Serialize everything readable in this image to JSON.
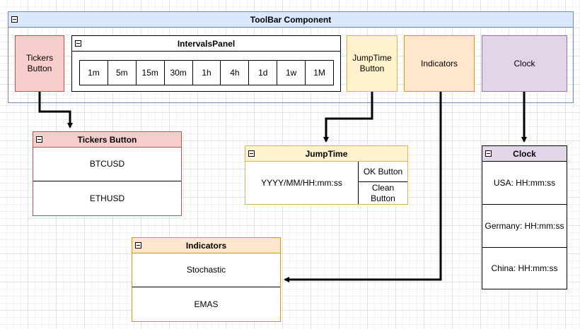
{
  "toolbar": {
    "title": "ToolBar Component"
  },
  "toolbar_items": {
    "tickers": "Tickers Button",
    "intervals_title": "IntervalsPanel",
    "intervals": [
      "1m",
      "5m",
      "15m",
      "30m",
      "1h",
      "4h",
      "1d",
      "1w",
      "1M"
    ],
    "jumptime": "JumpTime Button",
    "indicators": "Indicators",
    "clock": "Clock"
  },
  "tickers_box": {
    "title": "Tickers Button",
    "rows": [
      "BTCUSD",
      "ETHUSD"
    ]
  },
  "jumptime_box": {
    "title": "JumpTime",
    "format": "YYYY/MM/HH:mm:ss",
    "ok": "OK Button",
    "clean": "Clean Button"
  },
  "indicators_box": {
    "title": "Indicators",
    "rows": [
      "Stochastic",
      "EMAS"
    ]
  },
  "clock_box": {
    "title": "Clock",
    "rows": [
      "USA: HH:mm:ss",
      "Germany: HH:mm:ss",
      "China: HH:mm:ss"
    ]
  },
  "colors": {
    "toolbar_header": "#dae8fc",
    "toolbar_border": "#6c8ebf",
    "tickers_fill": "#f8cecc",
    "tickers_border": "#b85450",
    "jumptime_fill": "#fff2cc",
    "jumptime_border": "#d6b656",
    "indicators_fill": "#ffe6cc",
    "indicators_border": "#d79b00",
    "clock_fill": "#e1d5e7",
    "clock_border": "#9673a6"
  }
}
